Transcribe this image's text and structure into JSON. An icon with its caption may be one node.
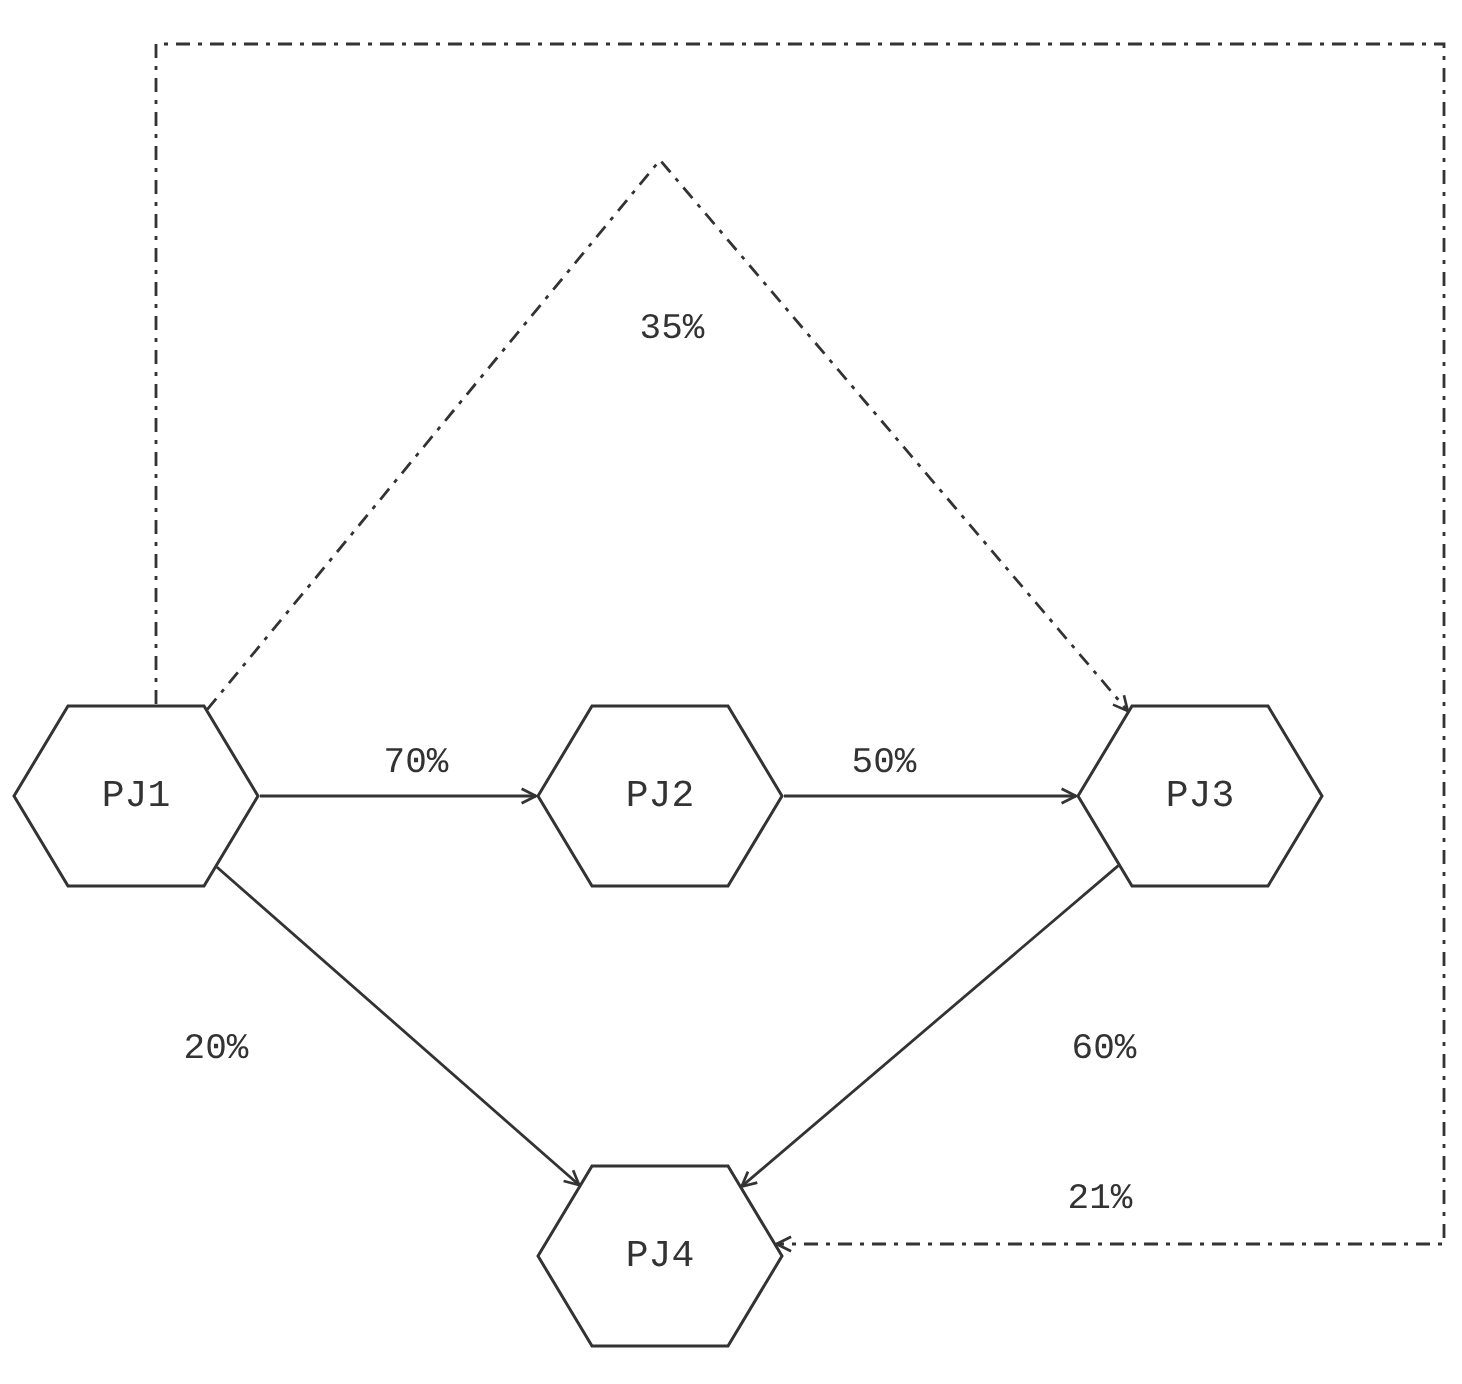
{
  "diagram": {
    "nodes": [
      {
        "text": [
          "PJ1"
        ]
      },
      {
        "text": [
          "PJ2"
        ]
      },
      {
        "text": [
          "PJ3"
        ]
      },
      {
        "text": [
          "PJ4"
        ]
      }
    ],
    "edges": [
      {
        "from": 0,
        "to": 1,
        "arrow": "to",
        "label": "70%"
      },
      {
        "from": 1,
        "to": 2,
        "arrow": "to",
        "label": "50%"
      },
      {
        "from": 0,
        "to": 2,
        "arrow": "to",
        "label": "35%",
        "style": "dashed"
      },
      {
        "from": 0,
        "to": 3,
        "arrow": "to",
        "label": "20%"
      },
      {
        "from": 2,
        "to": 3,
        "arrow": "to",
        "label": "60%"
      },
      {
        "from": 0,
        "to": 3,
        "arrow": "to",
        "label": "21%",
        "style": "dashed"
      }
    ]
  }
}
